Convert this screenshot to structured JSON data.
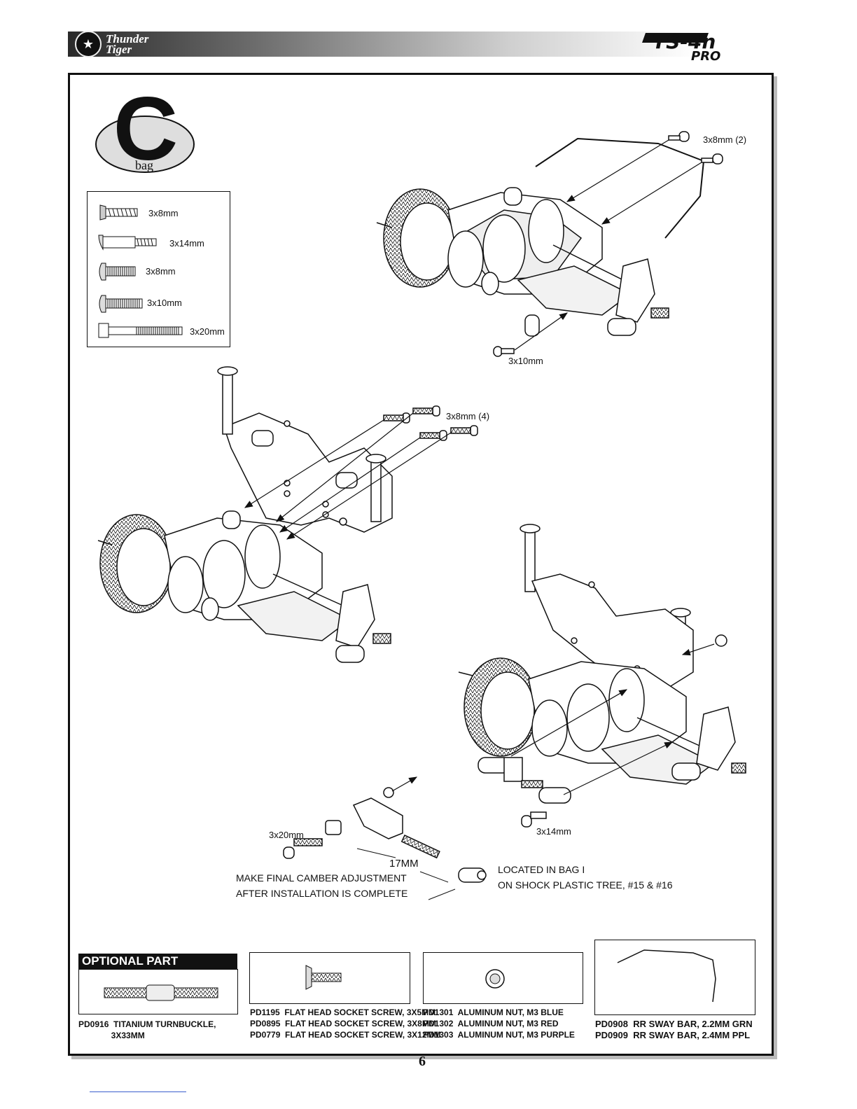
{
  "header": {
    "brand_line1": "Thunder",
    "brand_line2": "Tiger",
    "model_line1": "TS-4n",
    "model_line2": "PRO"
  },
  "bag": {
    "letter": "C",
    "word": "bag"
  },
  "legend": {
    "items": [
      {
        "size": "3x8mm",
        "type": "flat-head-self-tapping-screw-icon"
      },
      {
        "size": "3x14mm",
        "type": "button-head-shoulder-screw-icon"
      },
      {
        "size": "3x8mm",
        "type": "button-head-screw-icon"
      },
      {
        "size": "3x10mm",
        "type": "button-head-screw-icon"
      },
      {
        "size": "3x20mm",
        "type": "cap-head-screw-icon"
      }
    ]
  },
  "callouts": {
    "sway_bar_screws": "3x8mm (2)",
    "link_screw": "3x10mm",
    "plate_screws": "3x8mm (4)",
    "camber_screw": "3x20mm",
    "ball_screw": "3x14mm",
    "turnbuckle_length": "17MM"
  },
  "notes": {
    "camber_line1": "MAKE FINAL CAMBER ADJUSTMENT",
    "camber_line2": "AFTER INSTALLATION IS COMPLETE",
    "bag_line1": "LOCATED IN BAG I",
    "bag_line2": "ON SHOCK PLASTIC TREE, #15 & #16"
  },
  "optional": {
    "title": "OPTIONAL PART",
    "parts": [
      {
        "lines": [
          "PD0916  TITANIUM TURNBUCKLE,",
          "              3X33MM"
        ]
      },
      {
        "lines": [
          "PD1195  FLAT HEAD SOCKET SCREW, 3X5MM",
          "PD0895  FLAT HEAD SOCKET SCREW, 3X8MM",
          "PD0779  FLAT HEAD SOCKET SCREW, 3X12MM"
        ]
      },
      {
        "lines": [
          "PD1301  ALUMINUM NUT, M3 BLUE",
          "PD1302  ALUMINUM NUT, M3 RED",
          "PD1303  ALUMINUM NUT, M3 PURPLE"
        ]
      },
      {
        "lines": [
          "PD0908  RR SWAY BAR, 2.2MM GRN",
          "PD0909  RR SWAY BAR, 2.4MM PPL"
        ]
      }
    ]
  },
  "page_number": "6"
}
